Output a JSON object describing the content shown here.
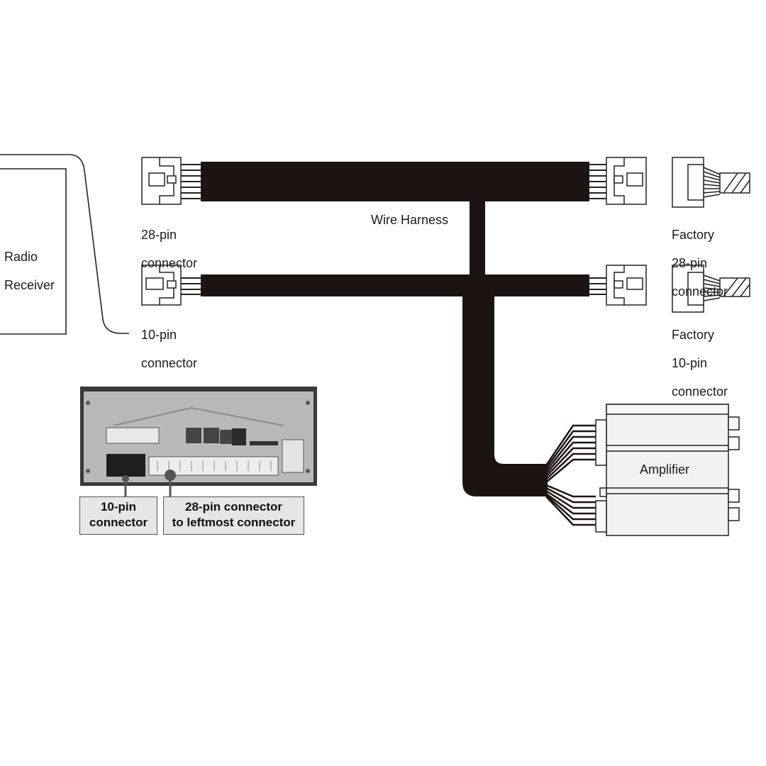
{
  "labels": {
    "radio_receiver": [
      "Radio",
      "Receiver"
    ],
    "pin28_connector": [
      "28-pin",
      "connector"
    ],
    "pin10_connector": [
      "10-pin",
      "connector"
    ],
    "wire_harness": "Wire Harness",
    "factory_28": [
      "Factory",
      "28-pin",
      "connector"
    ],
    "factory_10": [
      "Factory",
      "10-pin",
      "connector"
    ],
    "amplifier": "Amplifier"
  },
  "photo_callouts": {
    "pin10": [
      "10-pin",
      "connector"
    ],
    "pin28": [
      "28-pin connector",
      "to leftmost connector"
    ]
  },
  "colors": {
    "harness": "#1c1412",
    "outline": "#222222",
    "amp_fill": "#f2f2f2",
    "photo_bg": "#bfbfbf",
    "callout_bg": "#e6e6e6"
  }
}
